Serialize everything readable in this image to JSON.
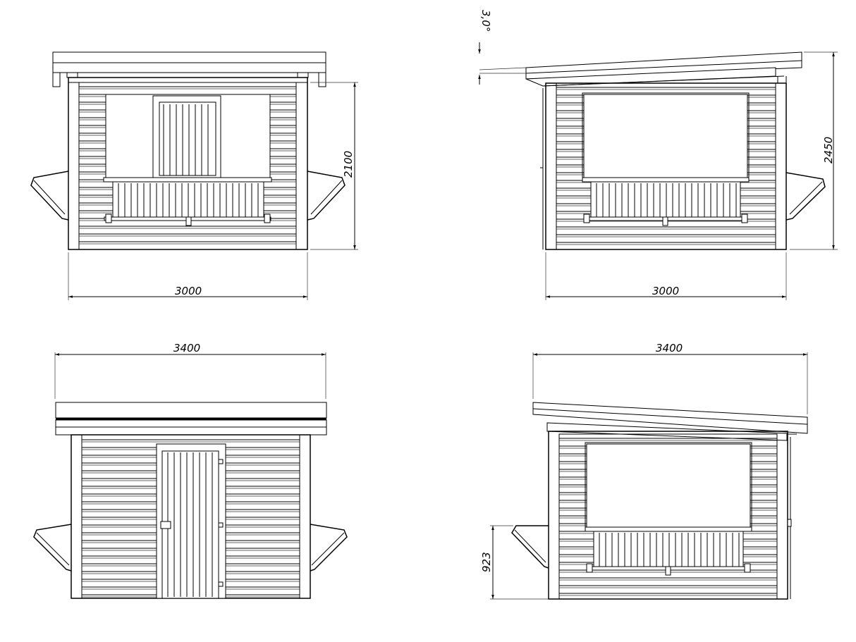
{
  "views": {
    "front": {
      "width_label": "3000",
      "height_label": "2100"
    },
    "side": {
      "width_label": "3000",
      "height_label": "2450",
      "angle_label": "3,0°"
    },
    "back": {
      "width_label": "3400"
    },
    "side2": {
      "width_label": "3400",
      "counter_label": "923"
    }
  }
}
